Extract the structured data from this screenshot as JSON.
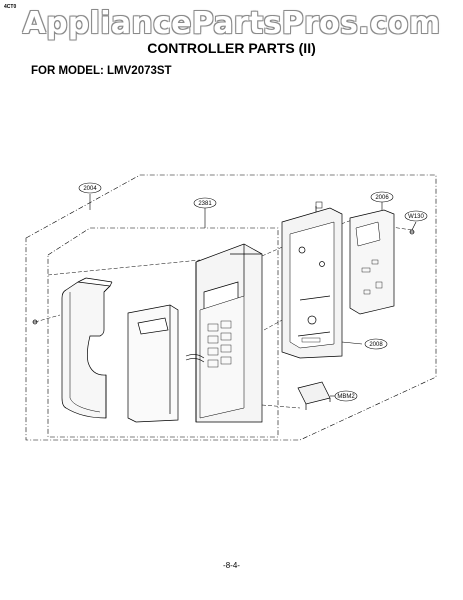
{
  "corner_mark": "4CT0",
  "watermark": "AppliancePartsPros.com",
  "title": "CONTROLLER PARTS (II)",
  "model_line": "FOR MODEL: LMV2073ST",
  "part_labels": {
    "p2004": "2004",
    "p2381": "2381",
    "p2006": "2006",
    "pW130": "W130",
    "p2008": "2008",
    "pMBM2": "MBM2"
  },
  "page_number": "-8-4-"
}
